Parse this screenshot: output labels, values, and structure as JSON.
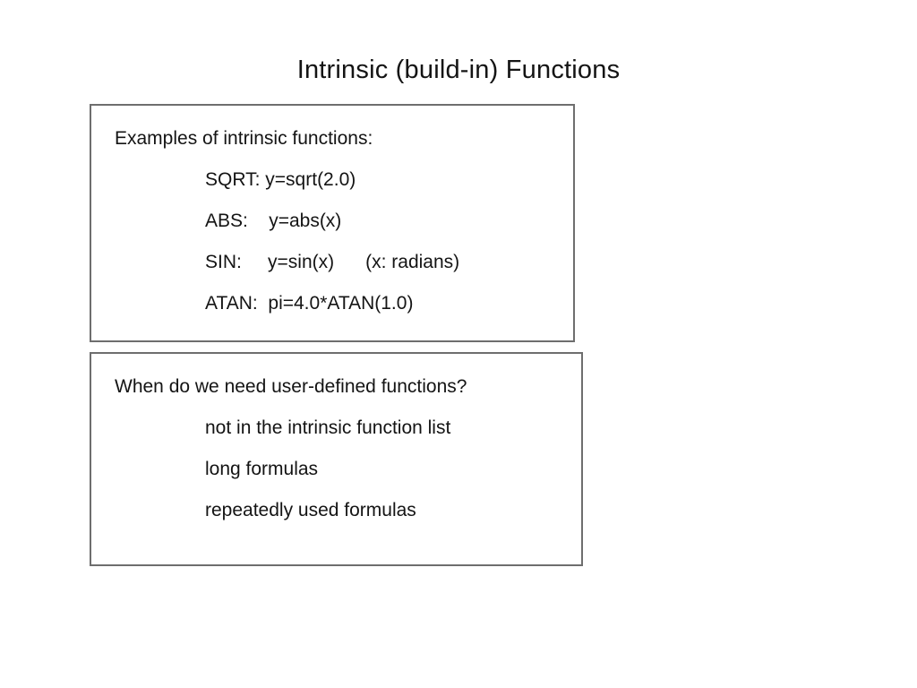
{
  "slide": {
    "title": "Intrinsic (build-in) Functions",
    "examples_box": {
      "heading": "Examples of intrinsic functions:",
      "items": [
        "SQRT: y=sqrt(2.0)",
        "ABS:    y=abs(x)",
        "SIN:     y=sin(x)      (x: radians)",
        "ATAN:  pi=4.0*ATAN(1.0)"
      ]
    },
    "user_defined_box": {
      "heading": "When do we need user-defined functions?",
      "items": [
        "not in the intrinsic function list",
        "long formulas",
        "repeatedly used formulas"
      ]
    },
    "colors": {
      "background": "#ffffff",
      "text": "#141414",
      "box_border": "#6e6e6e"
    }
  }
}
